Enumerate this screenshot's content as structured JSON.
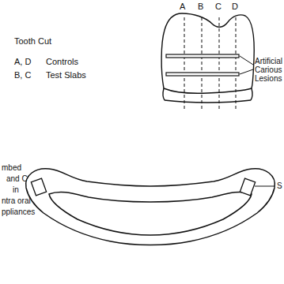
{
  "diagram": {
    "labels": [
      "A",
      "B",
      "C",
      "D",
      "Tooth Cut",
      "A, D",
      "Controls",
      "B, C",
      "Test Slabs",
      "Artificial Carious Lesions",
      "mbed",
      "and C",
      "in",
      "ntra oral",
      "ppliances",
      "S"
    ]
  }
}
